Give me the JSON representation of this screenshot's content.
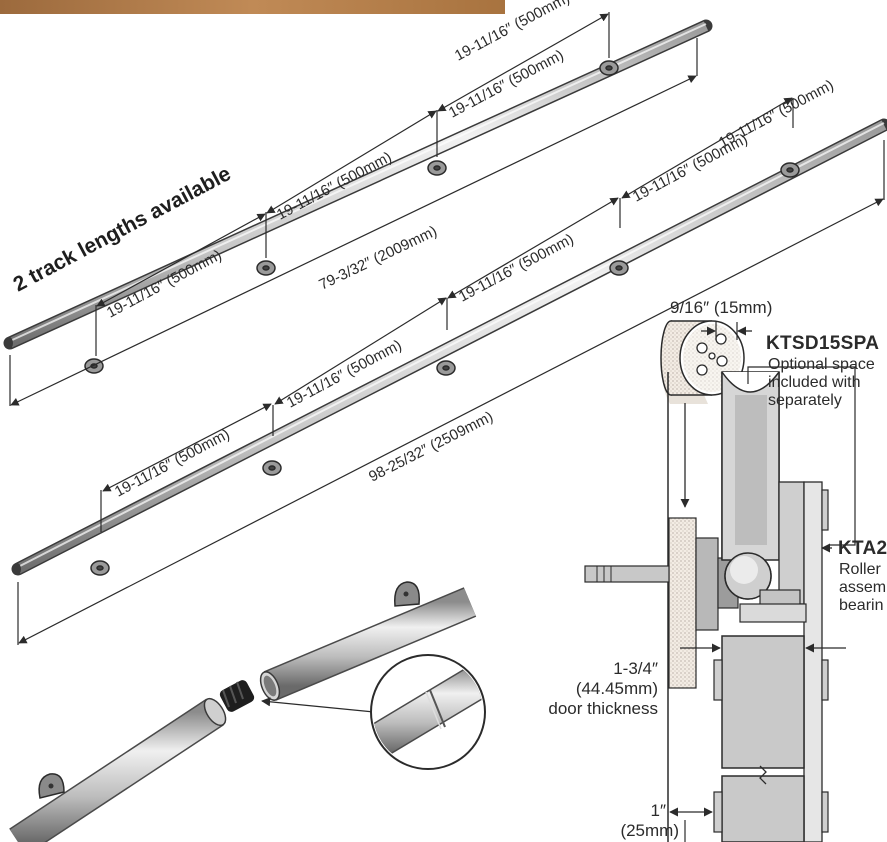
{
  "headline": "2 track lengths available",
  "track_1": {
    "spacing": [
      "19-11/16″ (500mm)",
      "19-11/16″ (500mm)",
      "19-11/16″ (500mm)",
      "19-11/16″ (500mm)"
    ],
    "length": "79-3/32″ (2009mm)"
  },
  "track_2": {
    "spacing": [
      "19-11/16″ (500mm)",
      "19-11/16″ (500mm)",
      "19-11/16″ (500mm)",
      "19-11/16″ (500mm)",
      "19-11/16″ (500mm)"
    ],
    "length": "98-25/32″ (2509mm)"
  },
  "spacer": {
    "dimension": "9/16″ (15mm)",
    "code": "KTSD15SPA",
    "description": [
      "Optional space",
      "included with",
      "separately"
    ]
  },
  "roller": {
    "code": "KTA2",
    "description": [
      "Roller",
      "assem",
      "bearin"
    ]
  },
  "door": {
    "thickness": [
      "1-3/4″",
      "(44.45mm)",
      "door thickness"
    ],
    "gap": [
      "1″",
      "(25mm)"
    ]
  },
  "colors": {
    "rail_light": "#e4e4e4",
    "rail_dark": "#6e6e6e",
    "line": "#2b2b2b",
    "wood": "#b07a48"
  }
}
